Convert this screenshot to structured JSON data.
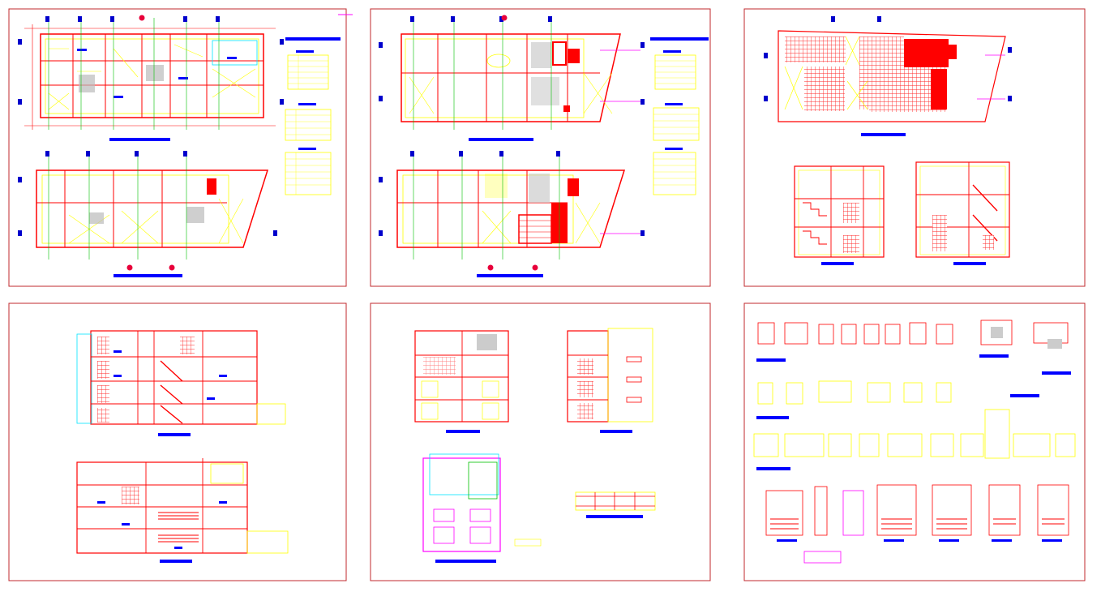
{
  "drawing": {
    "sheets": [
      {
        "id": "sheet-1"
      },
      {
        "id": "sheet-2"
      },
      {
        "id": "sheet-3"
      },
      {
        "id": "sheet-4"
      },
      {
        "id": "sheet-5"
      },
      {
        "id": "sheet-6"
      }
    ]
  },
  "colors": {
    "background": "#ffffff",
    "sheet_border": "#c0282e",
    "wall": "#ff0000",
    "line": "#ffff00",
    "dim": "#e8e800",
    "label": "#0000ff",
    "grid_marker": "#0000cc",
    "cyan": "#00e5ff",
    "magenta": "#ff00ff",
    "green": "#00c000",
    "hatch": "#ff3030"
  }
}
